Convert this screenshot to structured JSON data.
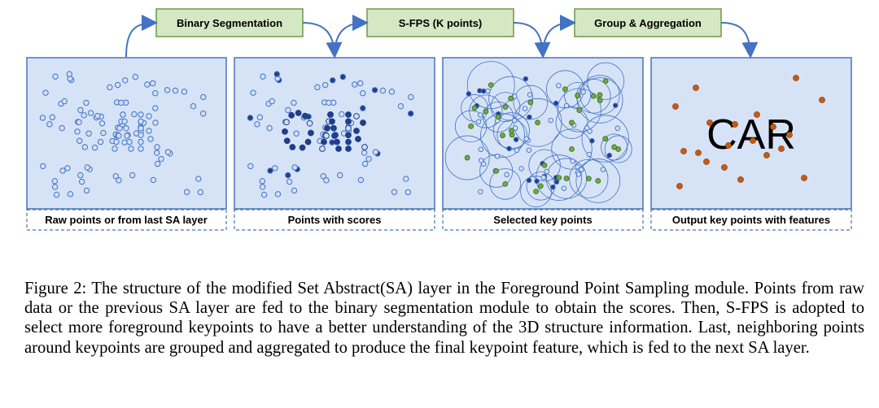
{
  "steps": [
    {
      "label": "Binary Segmentation"
    },
    {
      "label": "S-FPS (K points)"
    },
    {
      "label": "Group & Aggregation"
    }
  ],
  "panels": [
    {
      "label": "Raw points or from last SA layer"
    },
    {
      "label": "Points with scores"
    },
    {
      "label": "Selected key points"
    },
    {
      "label": "Output key points with features",
      "text": "CAR"
    }
  ],
  "caption": {
    "prefix": "Figure 2:",
    "body": "The structure of the modified Set Abstract(SA) layer in the Foreground Point Sampling module. Points from raw data or the previous SA layer are fed to the binary segmentation module to obtain the scores. Then, S-FPS is adopted to select more foreground keypoints to have a better understanding of the 3D structure information. Last, neighboring points around keypoints are grouped and aggregated to produce the final keypoint feature, which is fed to the next SA layer."
  },
  "colors": {
    "panel_fill": "#d6e3f7",
    "panel_border": "#4a72b8",
    "step_fill": "#d5e8c4",
    "step_border": "#6a9a4a",
    "point_light": "#cfe0f5",
    "point_dark": "#1f3f8a",
    "point_green": "#6cab3f",
    "point_orange": "#c55a11",
    "arrow": "#4472c4"
  }
}
